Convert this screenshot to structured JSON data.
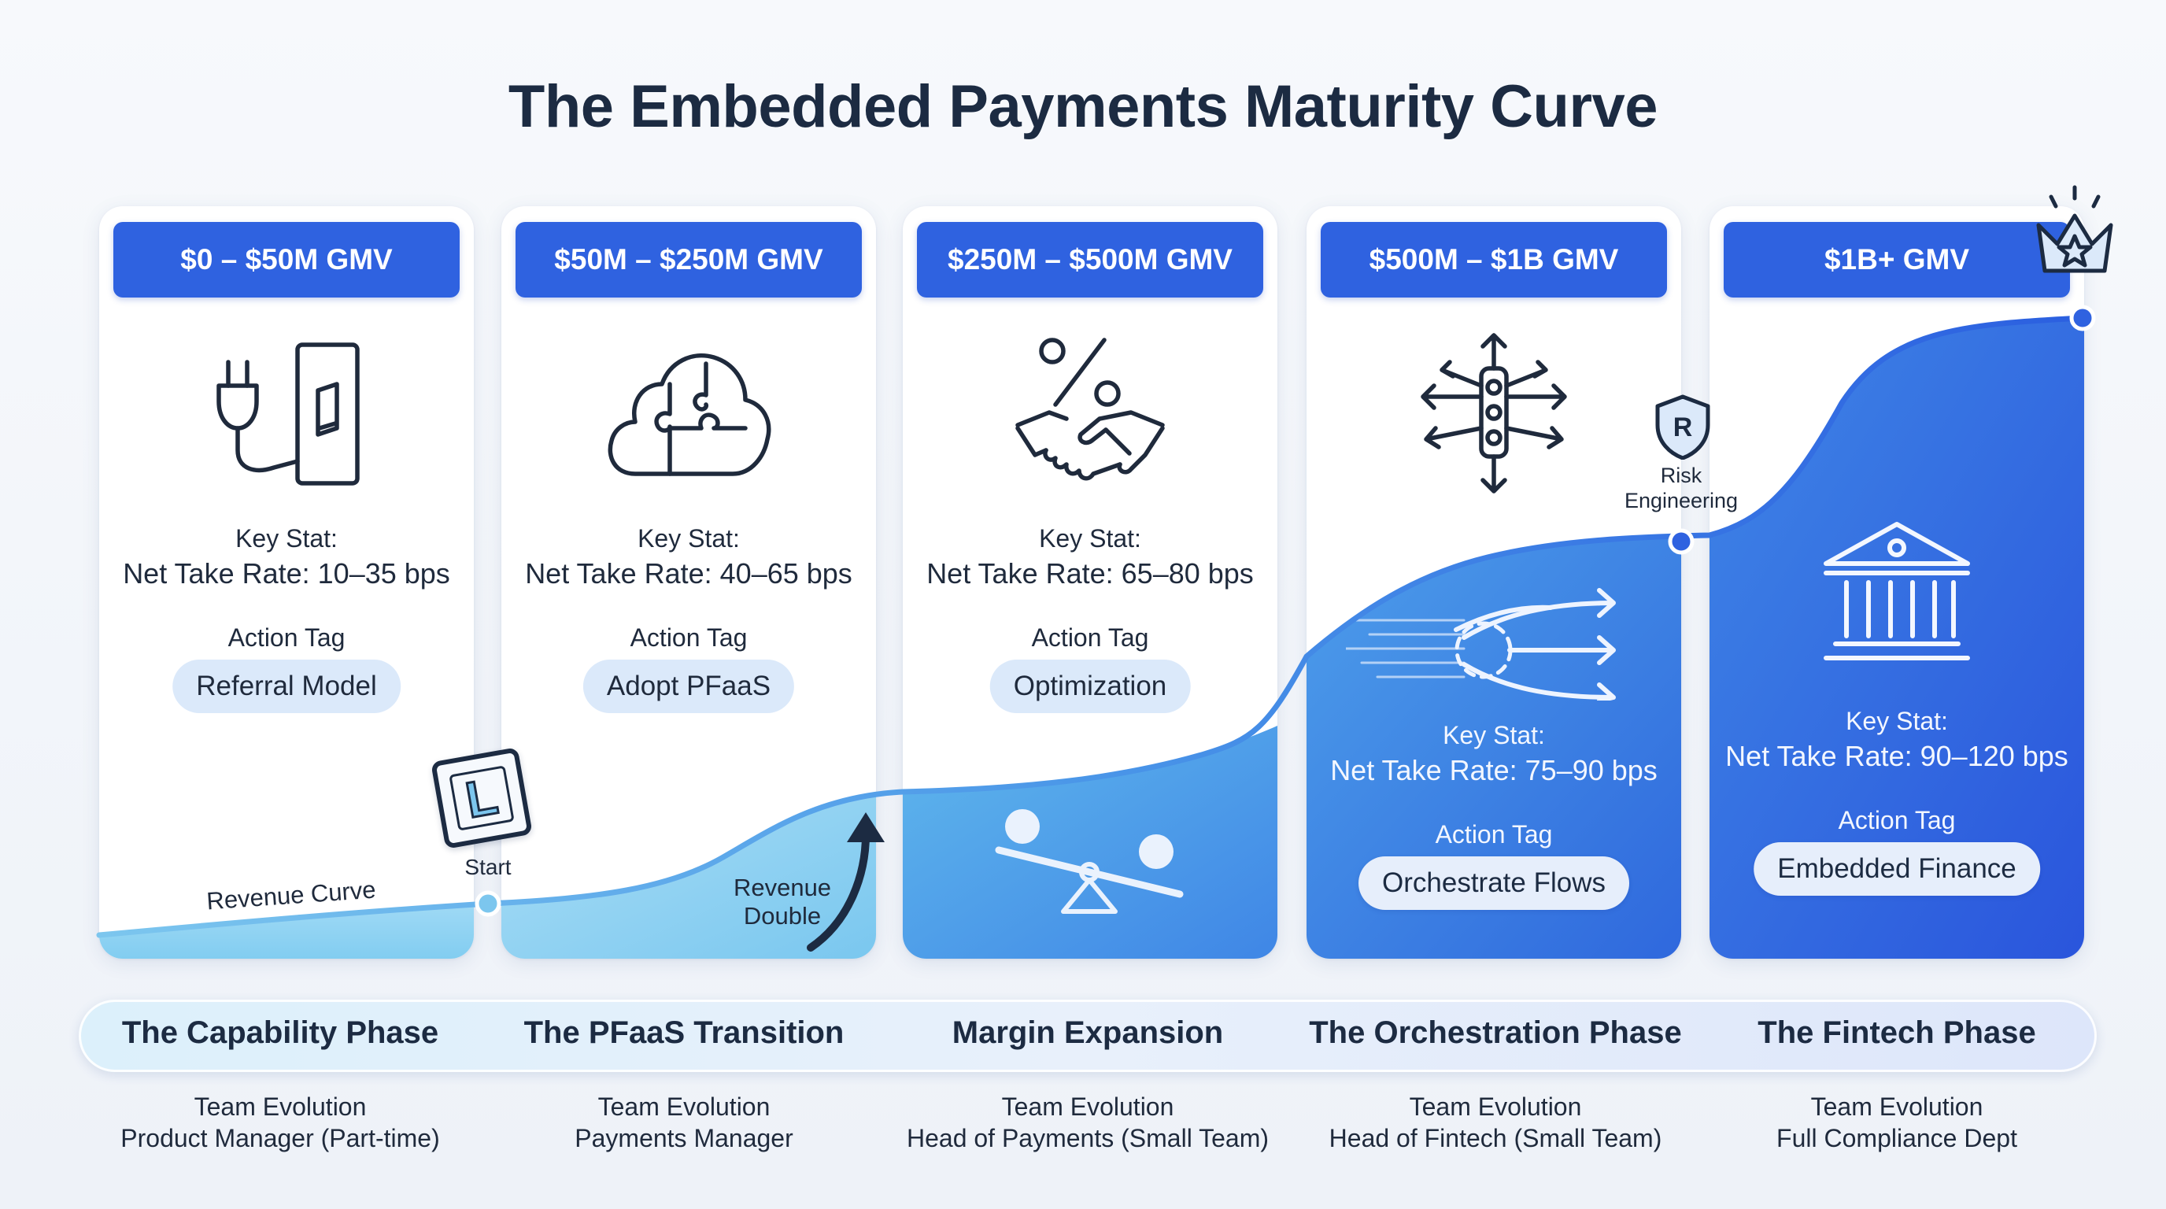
{
  "title": "The Embedded Payments Maturity Curve",
  "stages": [
    {
      "gmv": "$0 – $50M GMV",
      "icon": "plug-switch-icon",
      "stat_label": "Key Stat:",
      "stat_value": "Net Take Rate: 10–35 bps",
      "tag_label": "Action Tag",
      "tag": "Referral Model",
      "phase": "The Capability Phase",
      "team_label": "Team Evolution",
      "team_role": "Product Manager (Part-time)"
    },
    {
      "gmv": "$50M – $250M GMV",
      "icon": "cloud-puzzle-icon",
      "stat_label": "Key Stat:",
      "stat_value": "Net Take Rate: 40–65 bps",
      "tag_label": "Action Tag",
      "tag": "Adopt PFaaS",
      "phase": "The PFaaS Transition",
      "team_label": "Team Evolution",
      "team_role": "Payments Manager"
    },
    {
      "gmv": "$250M – $500M GMV",
      "icon": "percent-handshake-icon",
      "stat_label": "Key Stat:",
      "stat_value": "Net Take Rate: 65–80 bps",
      "tag_label": "Action Tag",
      "tag": "Optimization",
      "phase": "Margin Expansion",
      "team_label": "Team Evolution",
      "team_role": "Head of Payments (Small Team)"
    },
    {
      "gmv": "$500M – $1B GMV",
      "icon": "traffic-light-arrows-icon",
      "stat_label": "Key Stat:",
      "stat_value": "Net Take Rate: 75–90 bps",
      "tag_label": "Action Tag",
      "tag": "Orchestrate Flows",
      "phase": "The Orchestration Phase",
      "team_label": "Team Evolution",
      "team_role": "Head of Fintech (Small Team)"
    },
    {
      "gmv": "$1B+ GMV",
      "icon": "bank-building-icon",
      "stat_label": "Key Stat:",
      "stat_value": "Net Take Rate: 90–120 bps",
      "tag_label": "Action Tag",
      "tag": "Embedded Finance",
      "phase": "The Fintech Phase",
      "team_label": "Team Evolution",
      "team_role": "Full Compliance Dept"
    }
  ],
  "curve": {
    "label": "Revenue Curve",
    "start_label": "Start",
    "start_badge": "L",
    "revenue_double_line1": "Revenue",
    "revenue_double_line2": "Double",
    "risk_line1": "Risk",
    "risk_line2": "Engineering",
    "risk_badge": "R"
  },
  "colors": {
    "header_pill": "#2f62e0",
    "curve_light": "#7cc6ee",
    "curve_dark": "#2b5fe0",
    "tag_bg": "#dbe9fa"
  }
}
